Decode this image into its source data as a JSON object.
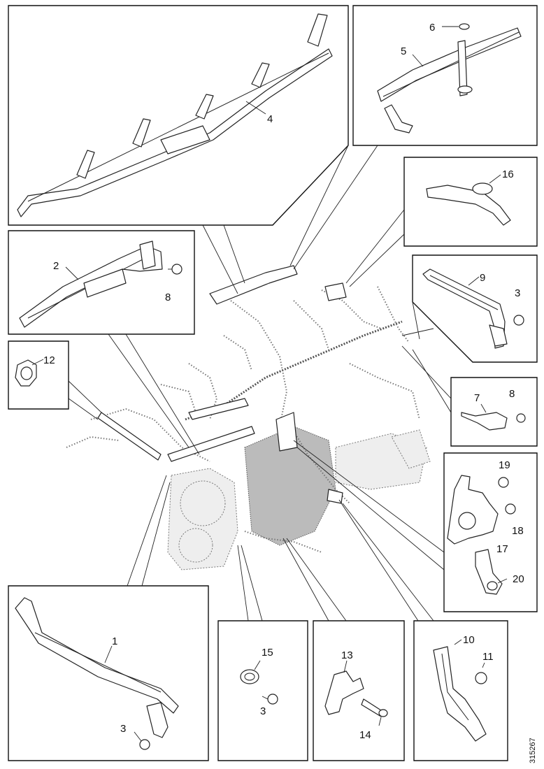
{
  "callouts": {
    "c1": "1",
    "c2": "2",
    "c3a": "3",
    "c3b": "3",
    "c3c": "3",
    "c4": "4",
    "c5": "5",
    "c6": "6",
    "c7": "7",
    "c8a": "8",
    "c8b": "8",
    "c9": "9",
    "c10": "10",
    "c11": "11",
    "c12": "12",
    "c13": "13",
    "c14": "14",
    "c15": "15",
    "c16": "16",
    "c17": "17",
    "c18": "18",
    "c19": "19",
    "c20": "20"
  },
  "reference_number": "315267"
}
